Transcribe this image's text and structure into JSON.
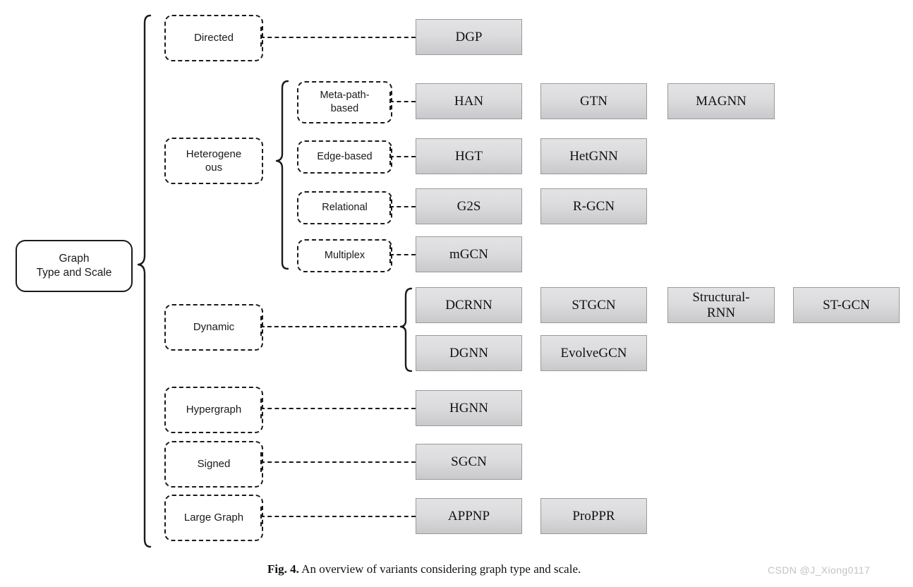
{
  "figure": {
    "caption_label": "Fig. 4.",
    "caption_text": "An overview of variants considering graph type and scale.",
    "watermark": "CSDN @J_Xiong0117"
  },
  "root": {
    "line1": "Graph",
    "line2": "Type and Scale"
  },
  "categories": {
    "directed": "Directed",
    "heterogeneous_line1": "Heterogene",
    "heterogeneous_line2": "ous",
    "dynamic": "Dynamic",
    "hypergraph": "Hypergraph",
    "signed": "Signed",
    "large_graph": "Large Graph"
  },
  "subcategories": {
    "meta_path_line1": "Meta-path-",
    "meta_path_line2": "based",
    "edge_based": "Edge-based",
    "relational": "Relational",
    "multiplex": "Multiplex"
  },
  "models": {
    "dgp": "DGP",
    "han": "HAN",
    "gtn": "GTN",
    "magnn": "MAGNN",
    "hgt": "HGT",
    "hetgnn": "HetGNN",
    "g2s": "G2S",
    "rgcn": "R-GCN",
    "mgcn": "mGCN",
    "dcrnn": "DCRNN",
    "stgcn": "STGCN",
    "structural_rnn_line1": "Structural-",
    "structural_rnn_line2": "RNN",
    "st_gcn": "ST-GCN",
    "dgnn": "DGNN",
    "evolvegcn": "EvolveGCN",
    "hgnn": "HGNN",
    "sgcn": "SGCN",
    "appnp": "APPNP",
    "proppr": "ProPPR"
  },
  "colors": {
    "box_fill_top": "#e3e3e5",
    "box_fill_bottom": "#c9c9cc",
    "box_border": "#9a9a9a",
    "stroke": "#1a1a1a",
    "watermark": "#c3c3c3"
  }
}
